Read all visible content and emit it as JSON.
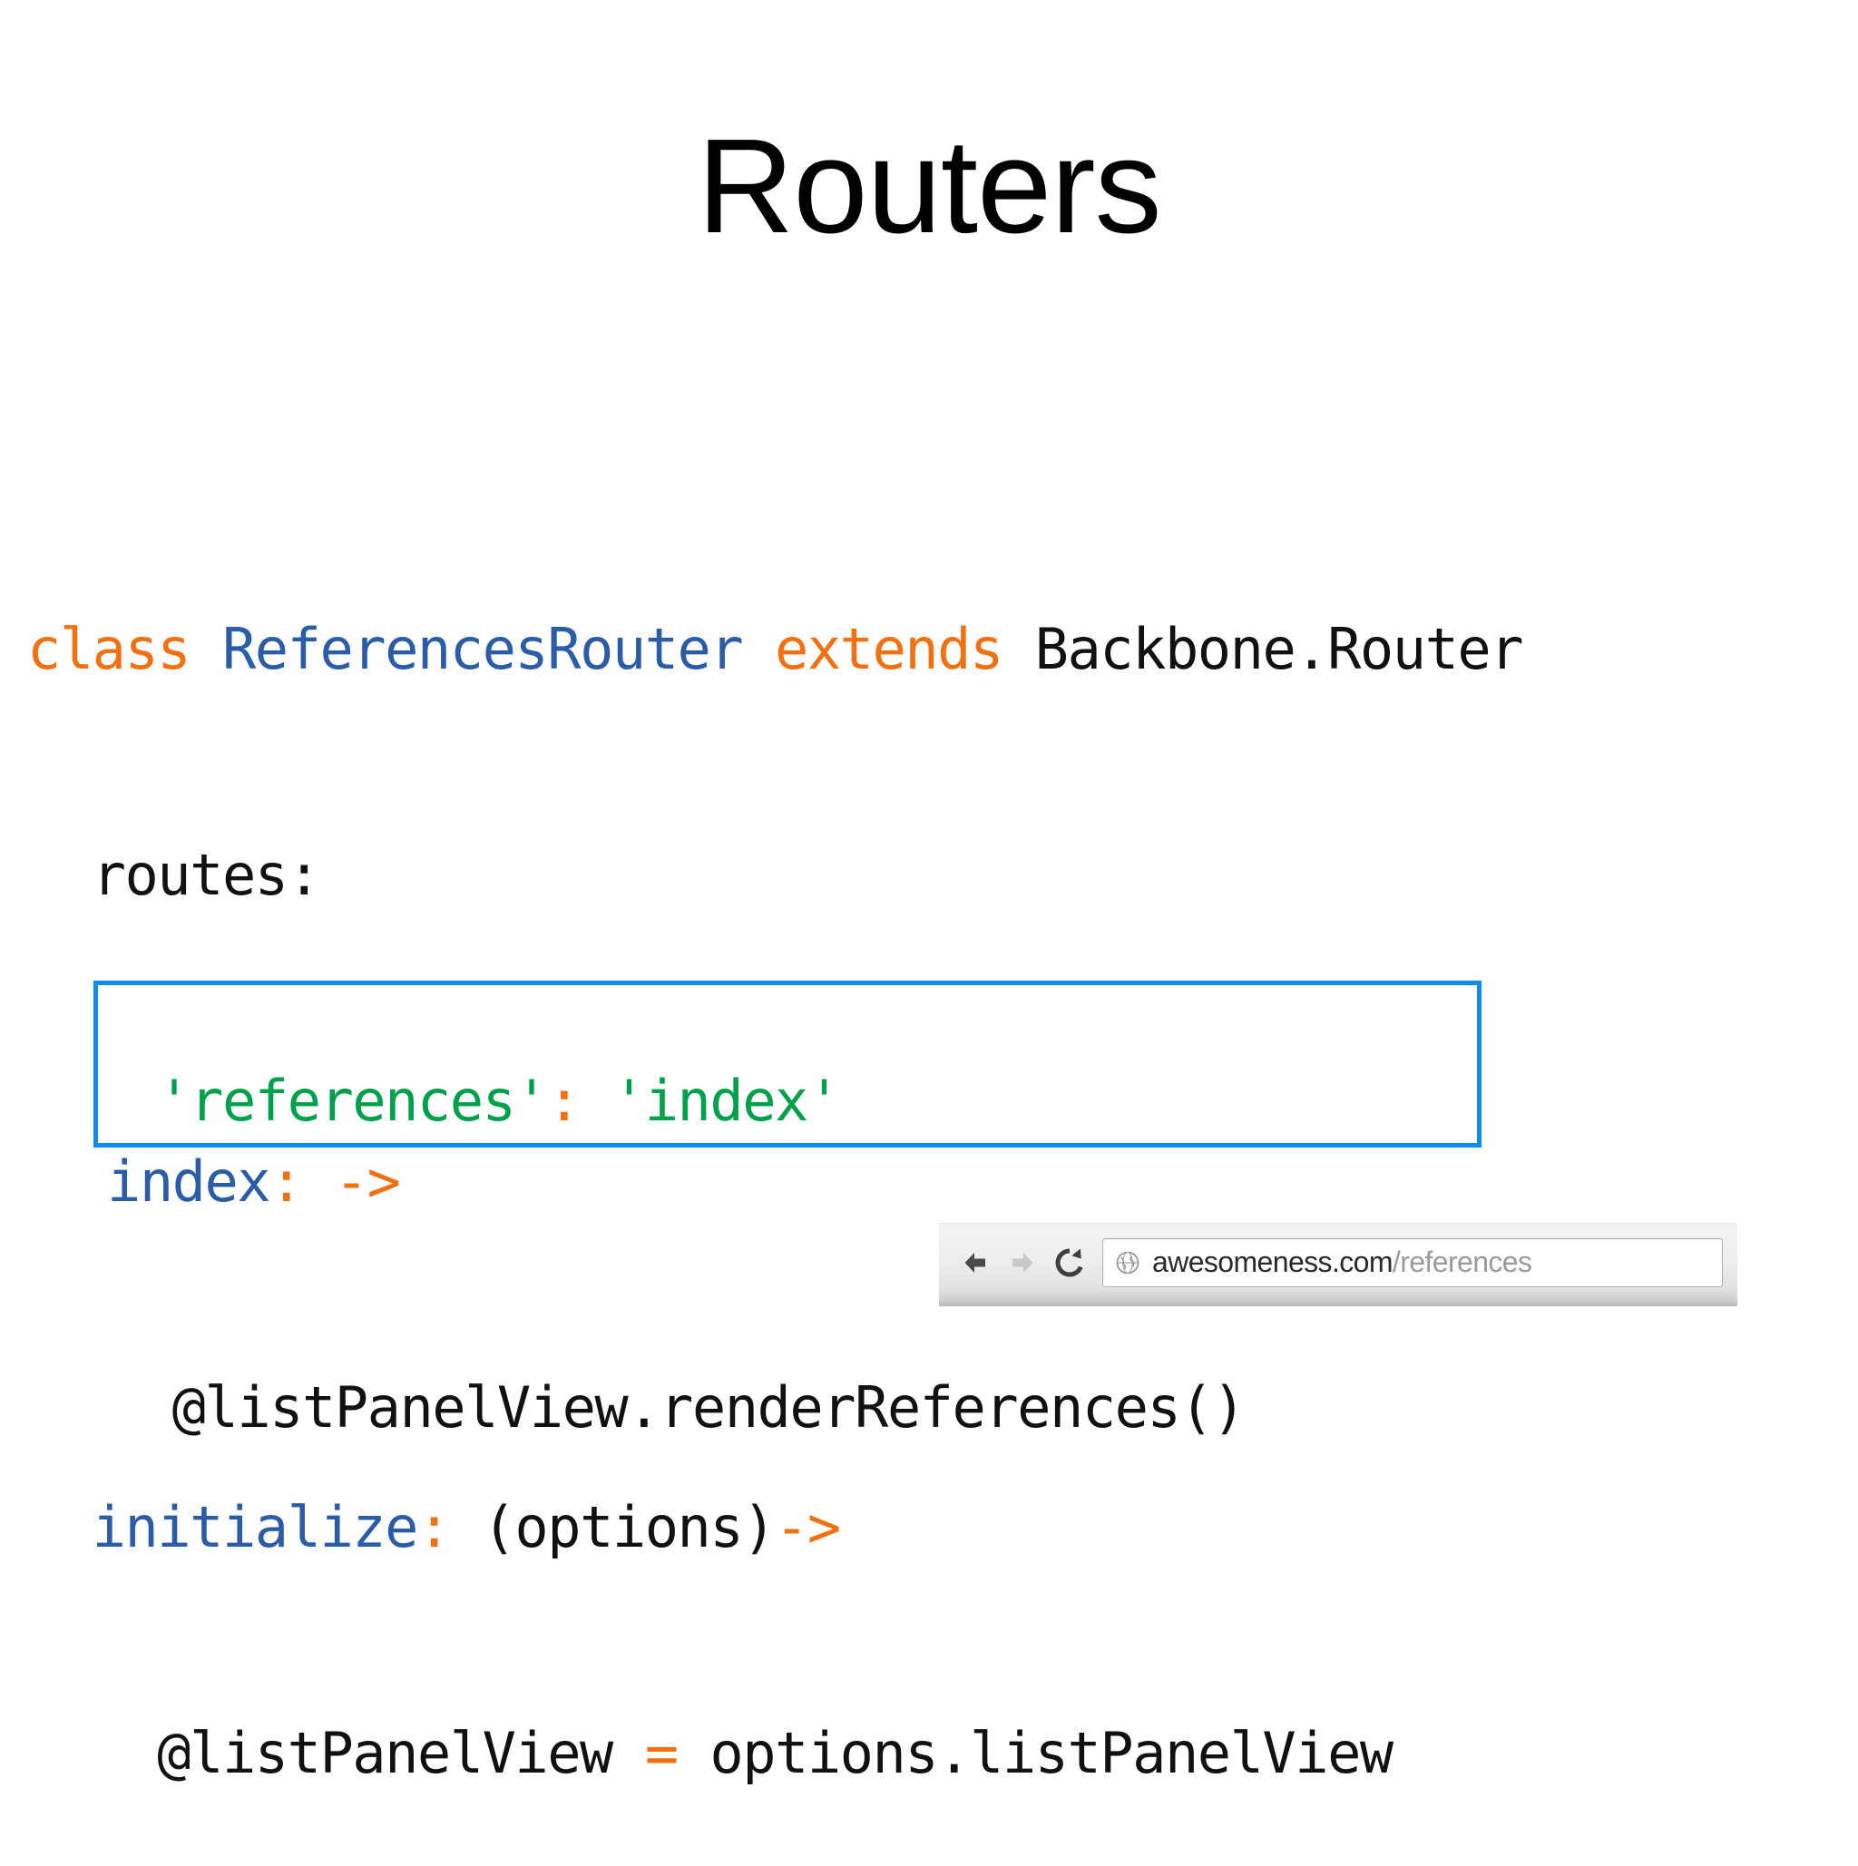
{
  "slide": {
    "title": "Routers",
    "background_color": "#ffffff"
  },
  "colors": {
    "keyword_orange": "#F2700F",
    "class_blue": "#2B5CA8",
    "string_green": "#00A14B",
    "plain_black": "#111111",
    "highlight_border_blue": "#0D8BF0"
  },
  "code": {
    "language": "coffeescript",
    "lines": [
      {
        "id": "line-class",
        "tokens": [
          {
            "text": "class ",
            "type": "keyword"
          },
          {
            "text": "ReferencesRouter",
            "type": "class"
          },
          {
            "text": " ",
            "type": "plain"
          },
          {
            "text": "extends",
            "type": "keyword"
          },
          {
            "text": " Backbone.Router",
            "type": "plain"
          }
        ]
      },
      {
        "id": "line-routes",
        "tokens": [
          {
            "text": "  routes:",
            "type": "plain"
          }
        ]
      },
      {
        "id": "line-route-map",
        "tokens": [
          {
            "text": "    ",
            "type": "plain"
          },
          {
            "text": "'references'",
            "type": "string"
          },
          {
            "text": ":",
            "type": "punc"
          },
          {
            "text": " ",
            "type": "plain"
          },
          {
            "text": "'index'",
            "type": "string"
          }
        ]
      },
      {
        "id": "line-blank-1",
        "tokens": [
          {
            "text": " ",
            "type": "plain"
          }
        ]
      },
      {
        "id": "line-initialize",
        "tokens": [
          {
            "text": "  ",
            "type": "plain"
          },
          {
            "text": "initialize",
            "type": "fn"
          },
          {
            "text": ":",
            "type": "punc"
          },
          {
            "text": " (options)",
            "type": "plain"
          },
          {
            "text": "->",
            "type": "op"
          }
        ]
      },
      {
        "id": "line-assign",
        "tokens": [
          {
            "text": "    @listPanelView ",
            "type": "plain"
          },
          {
            "text": "=",
            "type": "op"
          },
          {
            "text": " options.listPanelView",
            "type": "plain"
          }
        ]
      }
    ]
  },
  "highlight": {
    "label": "index-route-handler",
    "border_color": "#0D8BF0",
    "lines": [
      {
        "id": "line-index",
        "tokens": [
          {
            "text": "index",
            "type": "fn"
          },
          {
            "text": ":",
            "type": "punc"
          },
          {
            "text": " ",
            "type": "plain"
          },
          {
            "text": "->",
            "type": "op"
          }
        ]
      },
      {
        "id": "line-render",
        "tokens": [
          {
            "text": "  @listPanelView.renderReferences()",
            "type": "plain"
          }
        ]
      }
    ]
  },
  "browser": {
    "back_icon": "arrow-left-icon",
    "forward_icon": "arrow-right-icon",
    "reload_icon": "reload-icon",
    "favicon": "globe-icon",
    "url_host": "awesomeness.com",
    "url_path": "/references"
  }
}
